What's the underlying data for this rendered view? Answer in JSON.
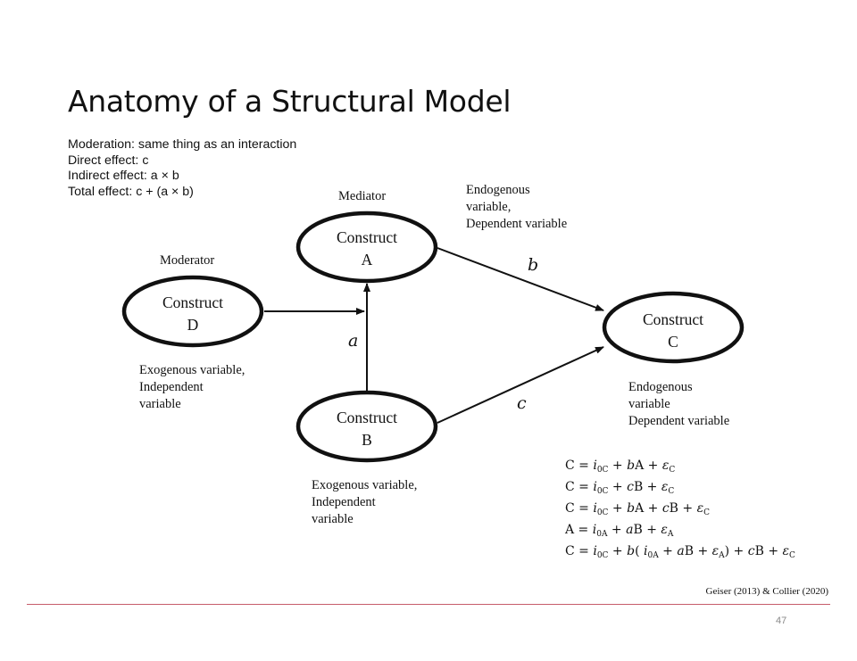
{
  "title": "Anatomy of a Structural Model",
  "notes": [
    "Moderation: same thing as an interaction",
    "Direct effect: c",
    "Indirect effect: a × b",
    "Total effect: c + (a × b)"
  ],
  "nodes": {
    "A": {
      "line1": "Construct",
      "line2": "A"
    },
    "B": {
      "line1": "Construct",
      "line2": "B"
    },
    "C": {
      "line1": "Construct",
      "line2": "C"
    },
    "D": {
      "line1": "Construct",
      "line2": "D"
    }
  },
  "labels": {
    "mediator": "Mediator",
    "moderator": "Moderator",
    "endogenous_top": [
      "Endogenous",
      "variable,",
      "Dependent variable"
    ],
    "endogenous_c": [
      "Endogenous",
      "variable",
      "Dependent variable"
    ],
    "exogenous_d": [
      "Exogenous variable,",
      "Independent",
      "variable"
    ],
    "exogenous_b": [
      "Exogenous variable,",
      "Independent",
      "variable"
    ]
  },
  "edge_labels": {
    "a": "a",
    "b": "b",
    "c": "c"
  },
  "equations": [
    "C = i0C + bA + εC",
    "C = i0C + cB + εC",
    "C = i0C + bA + cB + εC",
    "A = i0A + aB + εA",
    "C = i0C + b( i0A + aB + εA) + cB + εC"
  ],
  "citation": "Geiser (2013) & Collier (2020)",
  "page_number": "47",
  "colors": {
    "rule": "#c75d6b",
    "page_number": "#888888"
  }
}
